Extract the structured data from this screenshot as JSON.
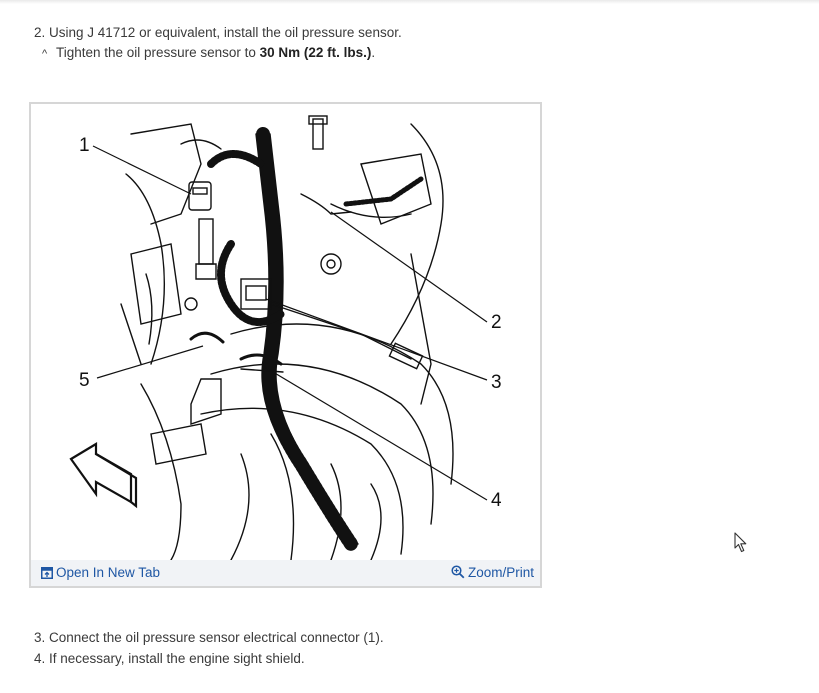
{
  "steps": {
    "step2": "2. Using J 41712 or equivalent, install the oil pressure sensor.",
    "step2_sub_prefix": "Tighten the oil pressure sensor to ",
    "step2_sub_bold": "30 Nm (22 ft. lbs.)",
    "step2_sub_suffix": ".",
    "step3": "3. Connect the oil pressure sensor electrical connector (1).",
    "step4": "4. If necessary, install the engine sight shield."
  },
  "figure": {
    "callouts": [
      "1",
      "2",
      "3",
      "4",
      "5"
    ],
    "open_new_tab": "Open In New Tab",
    "zoom_print": "Zoom/Print",
    "icons": [
      "open-tab-icon",
      "zoom-icon"
    ],
    "link_color": "#1f57a4"
  },
  "cursor": {
    "icon": "mouse-pointer-icon"
  }
}
